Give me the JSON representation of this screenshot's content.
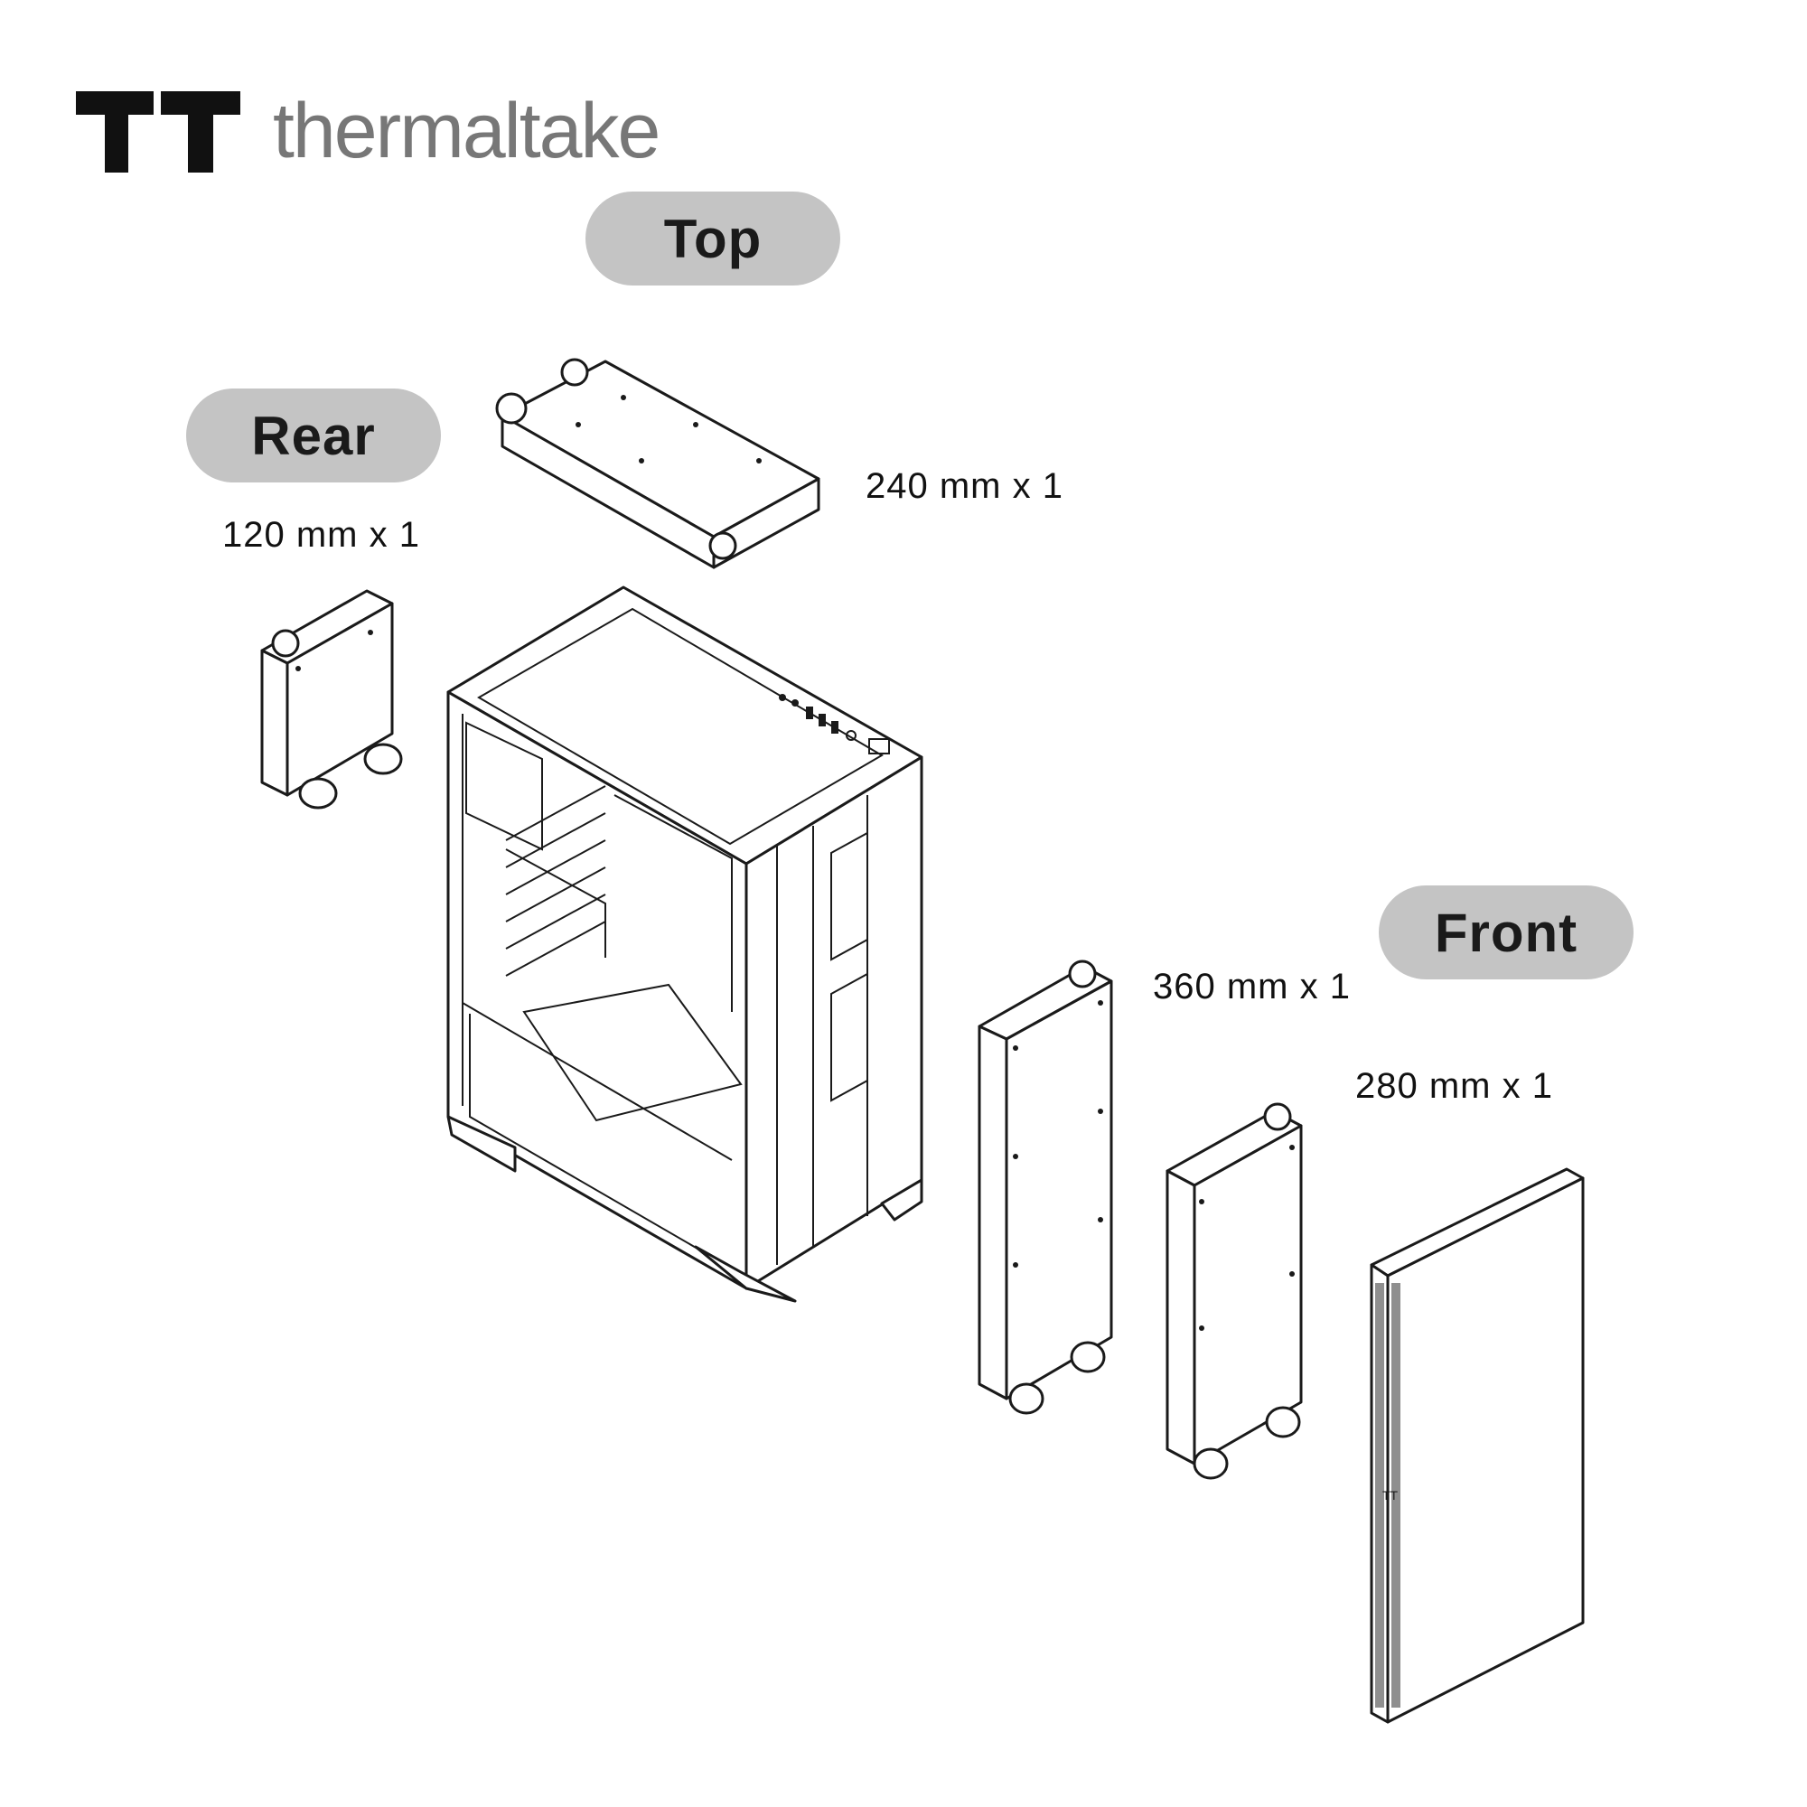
{
  "brand": {
    "name": "thermaltake",
    "logo_icon": "tt-logo-icon"
  },
  "labels": {
    "top": "Top",
    "rear": "Rear",
    "front": "Front"
  },
  "specs": {
    "top": "240 mm x 1",
    "rear": "120 mm x 1",
    "front_large": "360 mm x 1",
    "front_small": "280 mm x 1"
  },
  "colors": {
    "pill": "#c4c4c4",
    "brand_text": "#777777",
    "line": "#1a1a1a"
  }
}
